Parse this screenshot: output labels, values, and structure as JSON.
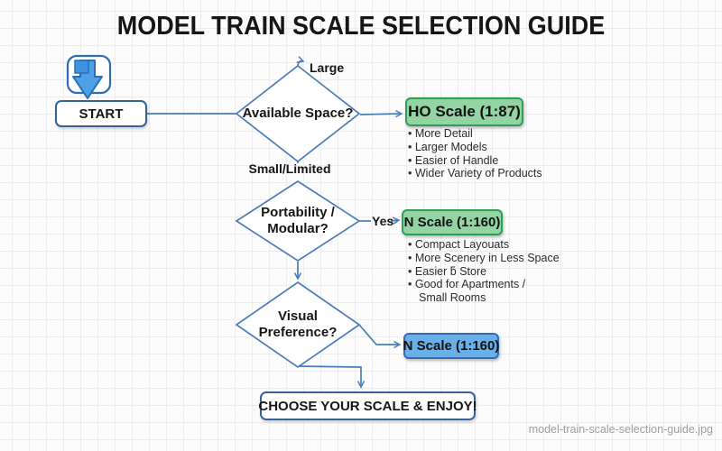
{
  "title": "MODEL TRAIN SCALE SELECTION GUIDE",
  "watermark": "model-train-scale-selection-guide.jpg",
  "start": {
    "label": "START"
  },
  "decisions": [
    {
      "label": "Available Space?"
    },
    {
      "label": "Portability /\nModular?"
    },
    {
      "label": "Visual\nPreference?"
    }
  ],
  "edges": {
    "large": "Large",
    "small_limited": "Small/Limited",
    "yes": "Yes"
  },
  "results": [
    {
      "label": "HO Scale (1:87)",
      "bullets": [
        "More Detail",
        "Larger Models",
        "Easier of Handle",
        "Wider Variety of Products"
      ]
    },
    {
      "label": "N Scale (1:160)",
      "bullets": [
        "Compact Layouats",
        "More Scenery in Less Space",
        "Easier ƃ Store",
        "Good for Apartments /\nSmall Rooms"
      ]
    },
    {
      "label": "N Scale (1:160)"
    }
  ],
  "end": {
    "label": "CHOOSE YOUR SCALE & ENJOY!"
  },
  "colors": {
    "line": "#4a7db8",
    "green_fill": "#92d4a2",
    "green_border": "#2f9e57",
    "blue_fill": "#69b0e8",
    "blue_border": "#2e6db8"
  }
}
